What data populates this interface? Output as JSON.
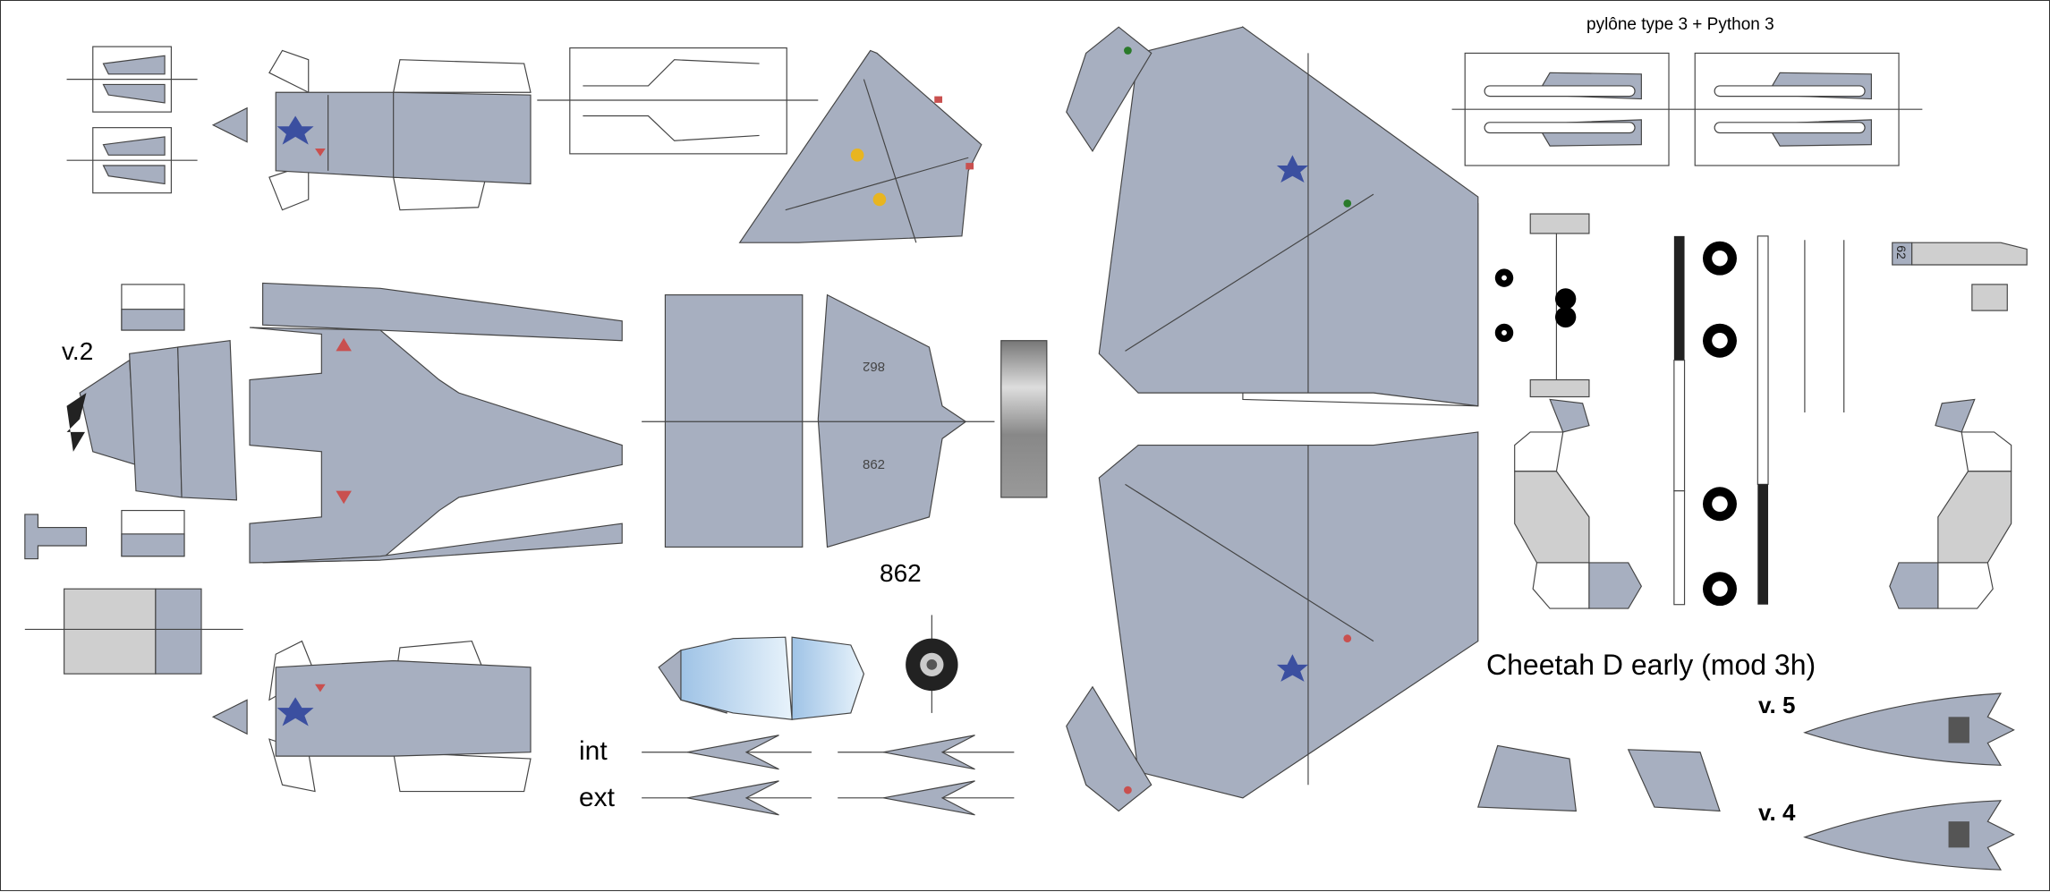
{
  "labels": {
    "pylon_title": "pylône type 3 + Python 3",
    "version_2": "v.2",
    "serial_main": "862",
    "serial_flipped": "862",
    "serial_panel": "862",
    "intake_int": "int",
    "intake_ext": "ext",
    "model_title": "Cheetah D early (mod 3h)",
    "version_5": "v. 5",
    "version_4": "v. 4",
    "tail_code": "62"
  },
  "colors": {
    "part_fill": "#a7afc0",
    "outline": "#444444",
    "roundel_blue": "#3b4fa0",
    "marking_red": "#c9504f",
    "marking_yellow": "#e8b520"
  }
}
